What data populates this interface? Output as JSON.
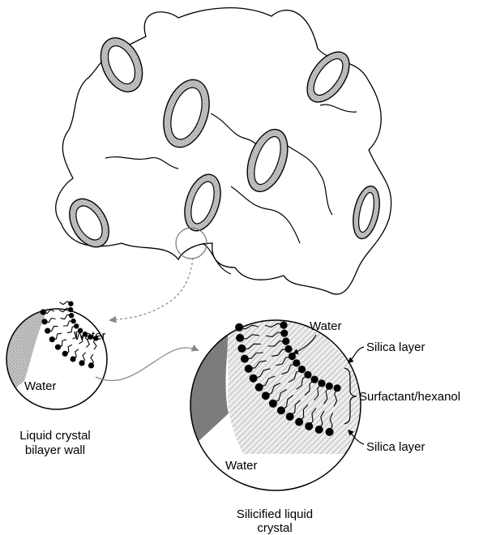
{
  "labels": {
    "water_small_top": "Water",
    "water_small_bottom": "Water",
    "small_caption_line1": "Liquid crystal",
    "small_caption_line2": "bilayer wall",
    "water_big_top": "Water",
    "water_big_bottom": "Water",
    "silica_layer_top": "Silica layer",
    "surfactant_hexanol": "Surfactant/hexanol",
    "silica_layer_bottom": "Silica layer",
    "big_caption_line1": "Silicified liquid",
    "big_caption_line2": "crystal"
  },
  "colors": {
    "ink": "#000000",
    "ring_fill": "#bdbdbd",
    "silica_fill": "#cfcfcf",
    "dark_region": "#555555",
    "arrow": "#8a8a8a"
  }
}
